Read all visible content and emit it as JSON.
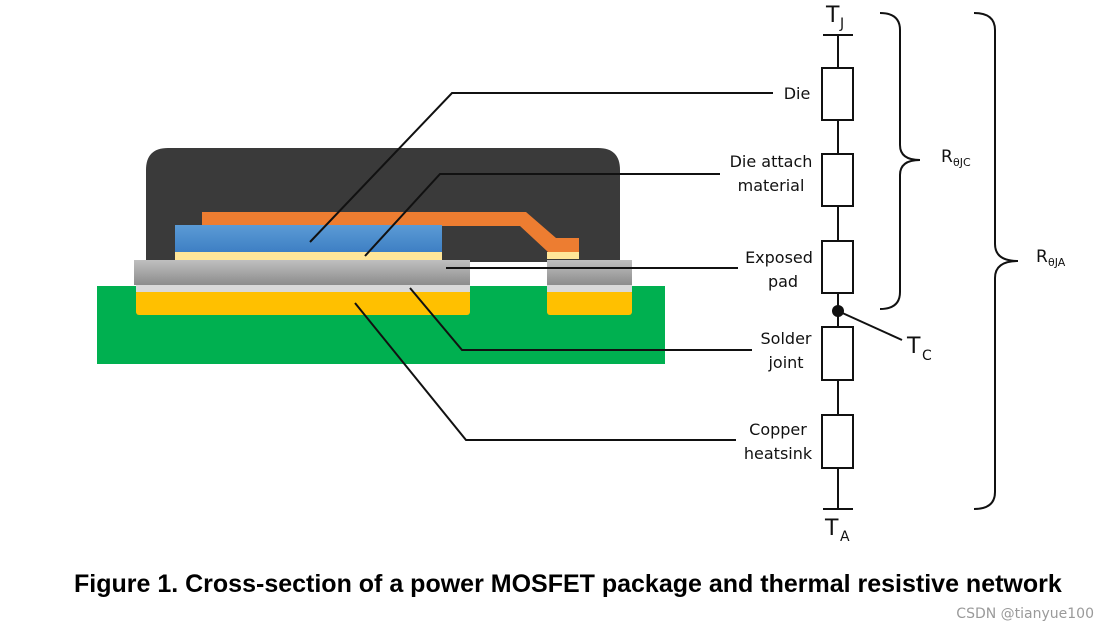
{
  "labels": {
    "die": "Die",
    "die_attach_line1": "Die attach",
    "die_attach_line2": "material",
    "exposed_pad_line1": "Exposed",
    "exposed_pad_line2": "pad",
    "solder_line1": "Solder",
    "solder_line2": "joint",
    "copper_line1": "Copper",
    "copper_line2": "heatsink"
  },
  "nodes": {
    "tj": "T",
    "tj_sub": "J",
    "tc": "T",
    "tc_sub": "C",
    "ta": "T",
    "ta_sub": "A"
  },
  "resistances": {
    "rjc": "R",
    "rjc_sub": "θJC",
    "rja": "R",
    "rja_sub": "θJA"
  },
  "caption": "Figure 1. Cross-section of a power MOSFET package and thermal resistive network",
  "watermark": "CSDN @tianyue100",
  "colors": {
    "pcb": "#00b050",
    "mold": "#3a3a3a",
    "die": "#5b9bd5",
    "clip": "#ed7d31",
    "die_attach": "#ffe699",
    "pad": "#a6a6a6",
    "solder": "#ffc000",
    "paste_light": "#d9d9d9"
  }
}
